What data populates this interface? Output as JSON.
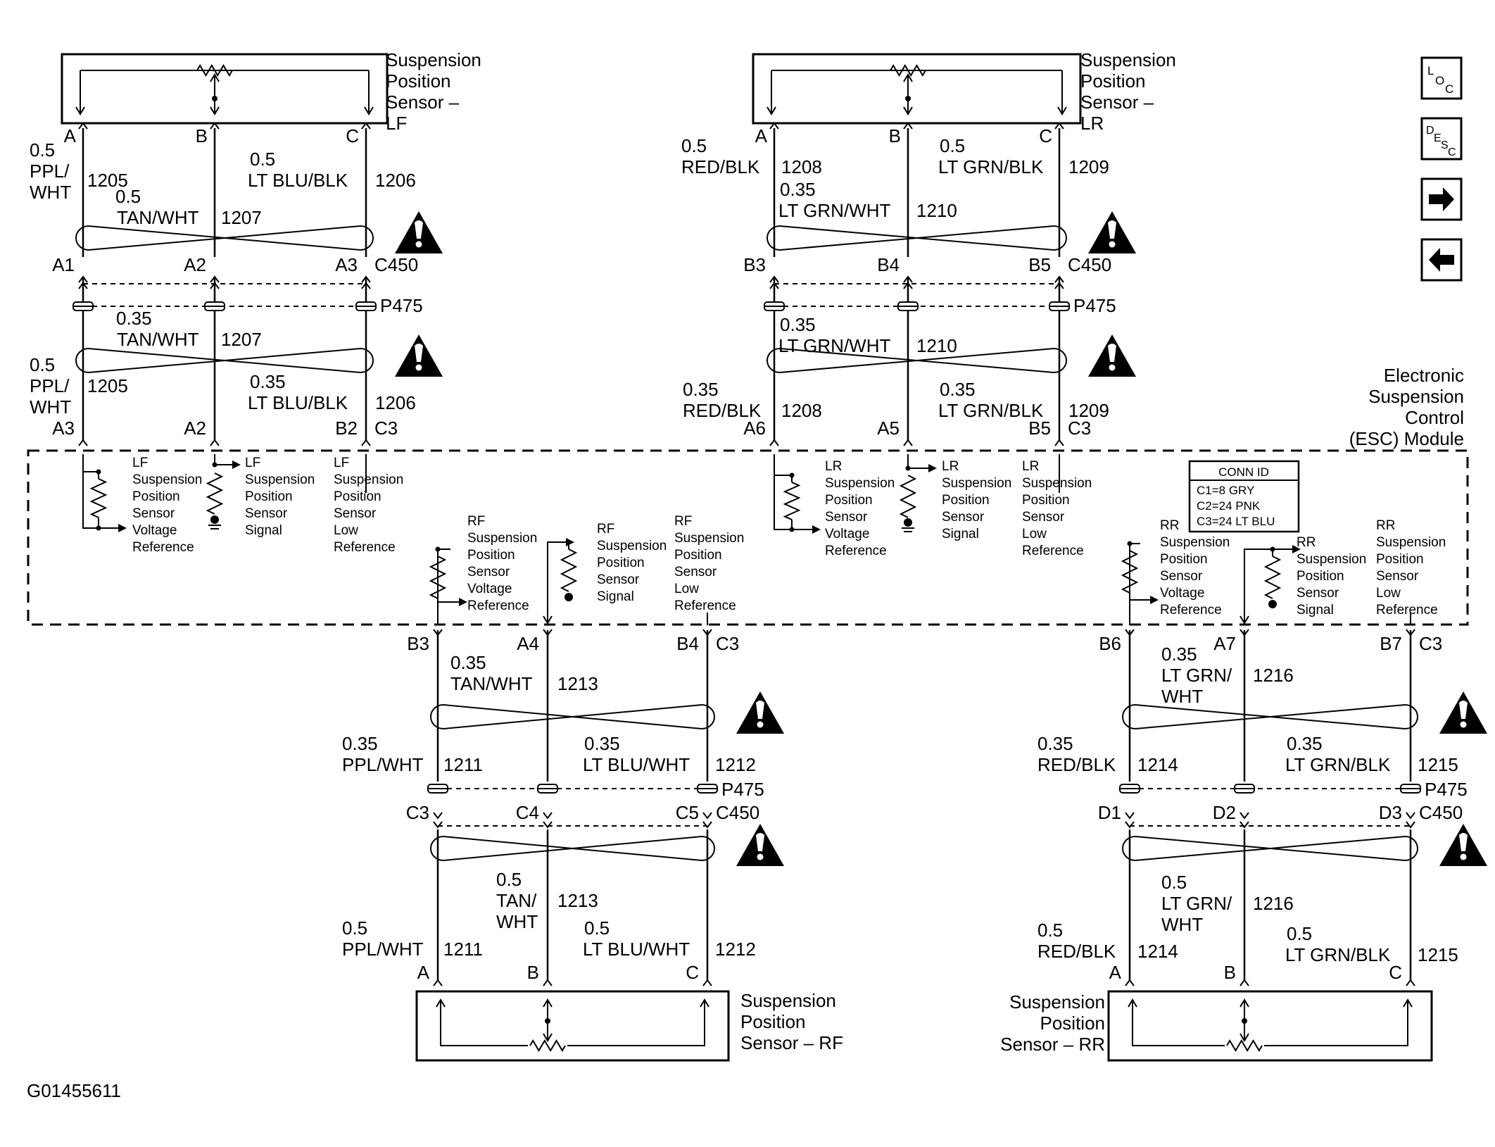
{
  "figure_id": "G01455611",
  "module": {
    "lines": [
      "Electronic",
      "Suspension",
      "Control",
      "(ESC) Module"
    ]
  },
  "conn_id": {
    "title": "CONN ID",
    "lines": [
      "C1=8 GRY",
      "C2=24 PNK",
      "C3=24 LT BLU"
    ]
  },
  "nav": {
    "loc": "LOC",
    "desc": "DESC",
    "next": "→",
    "prev": "←"
  },
  "connectors": {
    "c450": "C450",
    "p475": "P475",
    "c3": "C3"
  },
  "sensors": {
    "lf": {
      "title": [
        "Suspension",
        "Position",
        "Sensor –",
        "LF"
      ],
      "pins": [
        "A",
        "B",
        "C"
      ],
      "c450_pins": [
        "A1",
        "A2",
        "A3"
      ],
      "esc_pins": [
        "A3",
        "A2",
        "B2"
      ],
      "upper": {
        "w1": {
          "gauge": "0.5",
          "color": [
            "PPL/",
            "WHT"
          ],
          "circuit": "1205"
        },
        "w2": {
          "gauge": "0.5",
          "color": "TAN/WHT",
          "circuit": "1207"
        },
        "w3": {
          "gauge": "0.5",
          "color": "LT BLU/BLK",
          "circuit": "1206"
        }
      },
      "lower": {
        "w1": {
          "gauge": "0.5",
          "color": [
            "PPL/",
            "WHT"
          ],
          "circuit": "1205"
        },
        "w2": {
          "gauge": "0.35",
          "color": "TAN/WHT",
          "circuit": "1207"
        },
        "w3": {
          "gauge": "0.35",
          "color": "LT BLU/BLK",
          "circuit": "1206"
        }
      },
      "esc_labels": {
        "ref": [
          "LF",
          "Suspension",
          "Position",
          "Sensor",
          "Voltage",
          "Reference"
        ],
        "sig": [
          "LF",
          "Suspension",
          "Position",
          "Sensor",
          "Signal"
        ],
        "low": [
          "LF",
          "Suspension",
          "Position",
          "Sensor",
          "Low",
          "Reference"
        ]
      }
    },
    "lr": {
      "title": [
        "Suspension",
        "Position",
        "Sensor –",
        "LR"
      ],
      "pins": [
        "A",
        "B",
        "C"
      ],
      "c450_pins": [
        "B3",
        "B4",
        "B5"
      ],
      "esc_pins": [
        "A6",
        "A5",
        "B5"
      ],
      "upper": {
        "w1": {
          "gauge": "0.5",
          "color": "RED/BLK",
          "circuit": "1208"
        },
        "w2": {
          "gauge": "0.35",
          "color": "LT GRN/WHT",
          "circuit": "1210"
        },
        "w3": {
          "gauge": "0.5",
          "color": "LT GRN/BLK",
          "circuit": "1209"
        }
      },
      "lower": {
        "w1": {
          "gauge": "0.35",
          "color": "RED/BLK",
          "circuit": "1208"
        },
        "w2": {
          "gauge": "0.35",
          "color": "LT GRN/WHT",
          "circuit": "1210"
        },
        "w3": {
          "gauge": "0.35",
          "color": "LT GRN/BLK",
          "circuit": "1209"
        }
      },
      "esc_labels": {
        "ref": [
          "LR",
          "Suspension",
          "Position",
          "Sensor",
          "Voltage",
          "Reference"
        ],
        "sig": [
          "LR",
          "Suspension",
          "Position",
          "Sensor",
          "Signal"
        ],
        "low": [
          "LR",
          "Suspension",
          "Position",
          "Sensor",
          "Low",
          "Reference"
        ]
      }
    },
    "rf": {
      "title": [
        "Suspension",
        "Position",
        "Sensor – RF"
      ],
      "pins": [
        "A",
        "B",
        "C"
      ],
      "esc_pins": [
        "B3",
        "A4",
        "B4"
      ],
      "c450_pins": [
        "C3",
        "C4",
        "C5"
      ],
      "upper": {
        "w1": {
          "gauge": "0.35",
          "color": "PPL/WHT",
          "circuit": "1211"
        },
        "w2": {
          "gauge": "0.35",
          "color": "TAN/WHT",
          "circuit": "1213"
        },
        "w3": {
          "gauge": "0.35",
          "color": "LT BLU/WHT",
          "circuit": "1212"
        }
      },
      "lower": {
        "w1": {
          "gauge": "0.5",
          "color": "PPL/WHT",
          "circuit": "1211"
        },
        "w2": {
          "gauge": "0.5",
          "color": [
            "TAN/",
            "WHT"
          ],
          "circuit": "1213"
        },
        "w3": {
          "gauge": "0.5",
          "color": "LT BLU/WHT",
          "circuit": "1212"
        }
      },
      "esc_labels": {
        "ref": [
          "RF",
          "Suspension",
          "Position",
          "Sensor",
          "Voltage",
          "Reference"
        ],
        "sig": [
          "RF",
          "Suspension",
          "Position",
          "Sensor",
          "Signal"
        ],
        "low": [
          "RF",
          "Suspension",
          "Position",
          "Sensor",
          "Low",
          "Reference"
        ]
      }
    },
    "rr": {
      "title": [
        "Suspension",
        "Position",
        "Sensor – RR"
      ],
      "pins": [
        "A",
        "B",
        "C"
      ],
      "esc_pins": [
        "B6",
        "A7",
        "B7"
      ],
      "c450_pins": [
        "D1",
        "D2",
        "D3"
      ],
      "upper": {
        "w1": {
          "gauge": "0.35",
          "color": "RED/BLK",
          "circuit": "1214"
        },
        "w2": {
          "gauge": "0.35",
          "color": [
            "LT GRN/",
            "WHT"
          ],
          "circuit": "1216"
        },
        "w3": {
          "gauge": "0.35",
          "color": "LT GRN/BLK",
          "circuit": "1215"
        }
      },
      "lower": {
        "w1": {
          "gauge": "0.5",
          "color": "RED/BLK",
          "circuit": "1214"
        },
        "w2": {
          "gauge": "0.5",
          "color": [
            "LT GRN/",
            "WHT"
          ],
          "circuit": "1216"
        },
        "w3": {
          "gauge": "0.5",
          "color": "LT GRN/BLK",
          "circuit": "1215"
        }
      },
      "esc_labels": {
        "ref": [
          "RR",
          "Suspension",
          "Position",
          "Sensor",
          "Voltage",
          "Reference"
        ],
        "sig": [
          "RR",
          "Suspension",
          "Position",
          "Sensor",
          "Signal"
        ],
        "low": [
          "RR",
          "Suspension",
          "Position",
          "Sensor",
          "Low",
          "Reference"
        ]
      }
    }
  }
}
